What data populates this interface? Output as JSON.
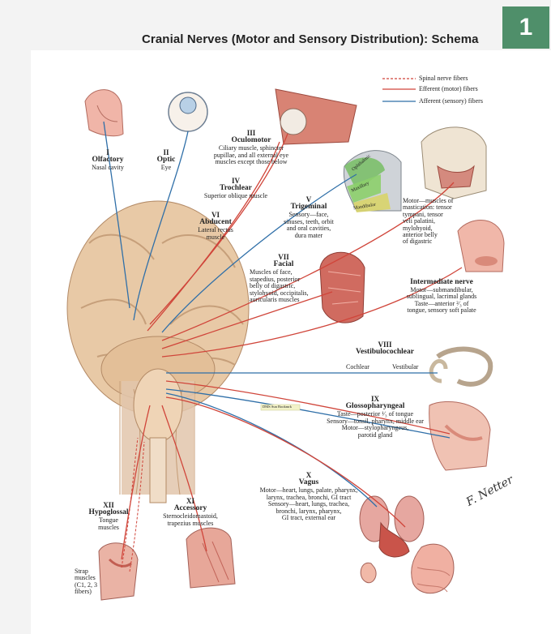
{
  "header": {
    "title": "Cranial Nerves (Motor and Sensory Distribution): Schema",
    "chapter_number": "1"
  },
  "legend": [
    {
      "label": "Spinal nerve fibers",
      "color": "#d0453a",
      "style": "dashed"
    },
    {
      "label": "Efferent (motor) fibers",
      "color": "#d0453a",
      "style": "solid"
    },
    {
      "label": "Afferent (sensory) fibers",
      "color": "#2f6fa8",
      "style": "solid"
    }
  ],
  "nerves": {
    "olfactory": {
      "number": "I",
      "name": "Olfactory",
      "desc": [
        "Nasal cavity"
      ]
    },
    "optic": {
      "number": "II",
      "name": "Optic",
      "desc": [
        "Eye"
      ]
    },
    "oculomotor": {
      "number": "III",
      "name": "Oculomotor",
      "desc": [
        "Ciliary muscle, sphincter",
        "pupillae, and all external eye",
        "muscles except those below"
      ]
    },
    "trochlear": {
      "number": "IV",
      "name": "Trochlear",
      "desc": [
        "Superior oblique muscle"
      ]
    },
    "trigeminal": {
      "number": "V",
      "name": "Trigeminal",
      "desc": [
        "Sensory—face,",
        "sinuses, teeth, orbit",
        "and oral cavities,",
        "dura mater"
      ]
    },
    "abducent": {
      "number": "VI",
      "name": "Abducent",
      "desc": [
        "Lateral rectus",
        "muscle"
      ]
    },
    "facial": {
      "number": "VII",
      "name": "Facial",
      "desc": [
        "Muscles of face,",
        "stapedius, posterior",
        "belly of digastric,",
        "stylohyoid, occipitalis,",
        "auricularis muscles"
      ]
    },
    "intermediate": {
      "name": "Intermediate nerve",
      "desc": [
        "Motor—submandibular,",
        "sublingual, lacrimal glands",
        "Taste—anterior ²⁄₃ of",
        "tongue, sensory soft palate"
      ]
    },
    "vestibulocochlear": {
      "number": "VIII",
      "name": "Vestibulocochlear",
      "branches": [
        "Cochlear",
        "Vestibular"
      ]
    },
    "glossopharyngeal": {
      "number": "IX",
      "name": "Glossopharyngeal",
      "desc": [
        "Taste—posterior ¹⁄₃ of tongue",
        "Sensory—tonsil, pharynx, middle ear",
        "Motor—stylopharyngeus,",
        "parotid gland"
      ]
    },
    "vagus": {
      "number": "X",
      "name": "Vagus",
      "desc": [
        "Motor—heart, lungs, palate, pharynx,",
        "larynx, trachea, bronchi, GI tract",
        "Sensory—heart, lungs, trachea,",
        "bronchi, larynx, pharynx,",
        "GI tract, external ear"
      ]
    },
    "accessory": {
      "number": "XI",
      "name": "Accessory",
      "desc": [
        "Sternocleidomastoid,",
        "trapezius muscles"
      ]
    },
    "hypoglossal": {
      "number": "XII",
      "name": "Hypoglossal",
      "desc": [
        "Tongue",
        "muscles"
      ]
    },
    "mastication": {
      "desc": [
        "Motor—muscles of",
        "mastication: tensor",
        "tympani, tensor",
        "veli palatini,",
        "mylohyoid,",
        "anterior belly",
        "of digastric"
      ]
    },
    "strap": {
      "desc": [
        "Strap",
        "muscles",
        "(C1, 2, 3",
        "fibers)"
      ]
    }
  },
  "trigeminal_divisions": [
    "Ophthalmic",
    "Maxillary",
    "Mandibular"
  ],
  "signature": "F. Netter",
  "copyright_tag": "DMS Sun Bookmrk"
}
